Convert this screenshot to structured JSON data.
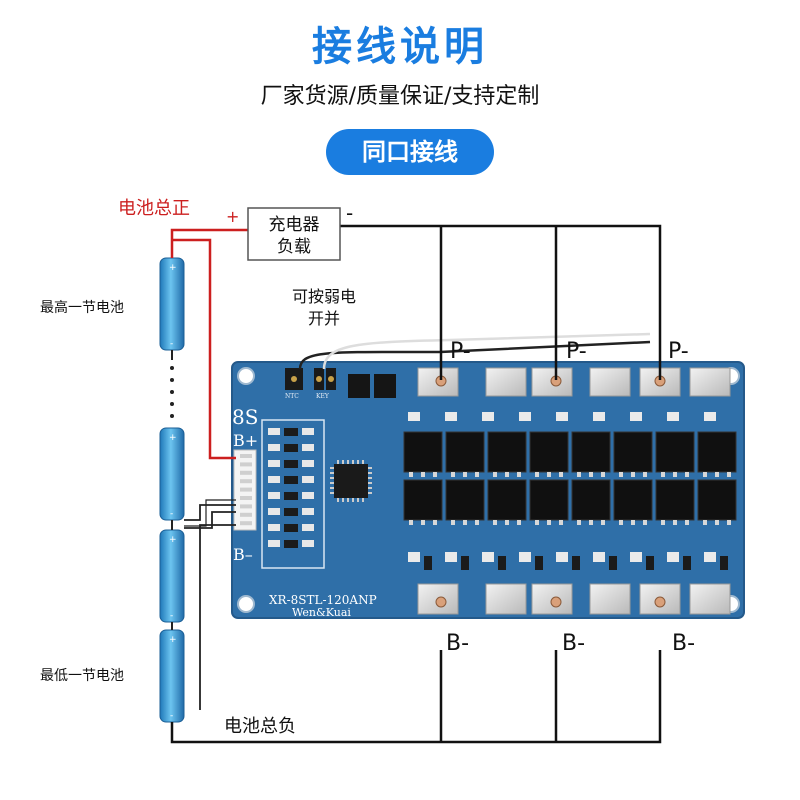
{
  "header": {
    "title": "接线说明",
    "subtitle": "厂家货源/质量保证/支持定制",
    "section_pill": "同口接线"
  },
  "diagram": {
    "battery_total_positive": "电池总正",
    "battery_total_negative": "电池总负",
    "highest_cell": "最高一节电池",
    "lowest_cell": "最低一节电池",
    "charger_load_line1": "充电器",
    "charger_load_line2": "负载",
    "plus_sign": "+",
    "minus_sign": "-",
    "weak_switch_line1": "可按弱电",
    "weak_switch_line2": "开并",
    "p_minus": "P-",
    "b_minus": "B-"
  },
  "board": {
    "cell_count": "8S",
    "b_plus": "B+",
    "b_minus": "B–",
    "model_line1": "XR-8STL-120ANP",
    "model_line2": "Wen&Kuai",
    "pad_p": "P–",
    "pad_b": "B–",
    "ntc_label": "NTC",
    "key_label": "KEY"
  },
  "colors": {
    "title_blue": "#1a7de0",
    "pcb_blue": "#2f6fa8",
    "wire_red": "#cc1f1f",
    "wire_black": "#111111",
    "cell_blue": "#3aa0d8"
  }
}
